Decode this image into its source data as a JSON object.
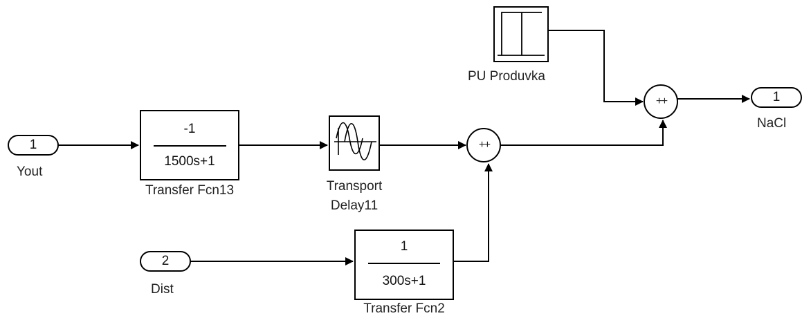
{
  "blocks": {
    "yout_port": {
      "number": "1",
      "label": "Yout"
    },
    "dist_port": {
      "number": "2",
      "label": "Dist"
    },
    "nacl_port": {
      "number": "1",
      "label": "NaCl"
    },
    "tf13": {
      "numerator": "-1",
      "denominator": "1500s+1",
      "label": "Transfer Fcn13"
    },
    "tf2": {
      "numerator": "1",
      "denominator": "300s+1",
      "label": "Transfer Fcn2"
    },
    "delay": {
      "label_line1": "Transport",
      "label_line2": "Delay11"
    },
    "step": {
      "label": "PU Produvka"
    },
    "sum_signs": "+ +"
  },
  "colors": {
    "stroke": "#000000",
    "background": "#ffffff"
  }
}
